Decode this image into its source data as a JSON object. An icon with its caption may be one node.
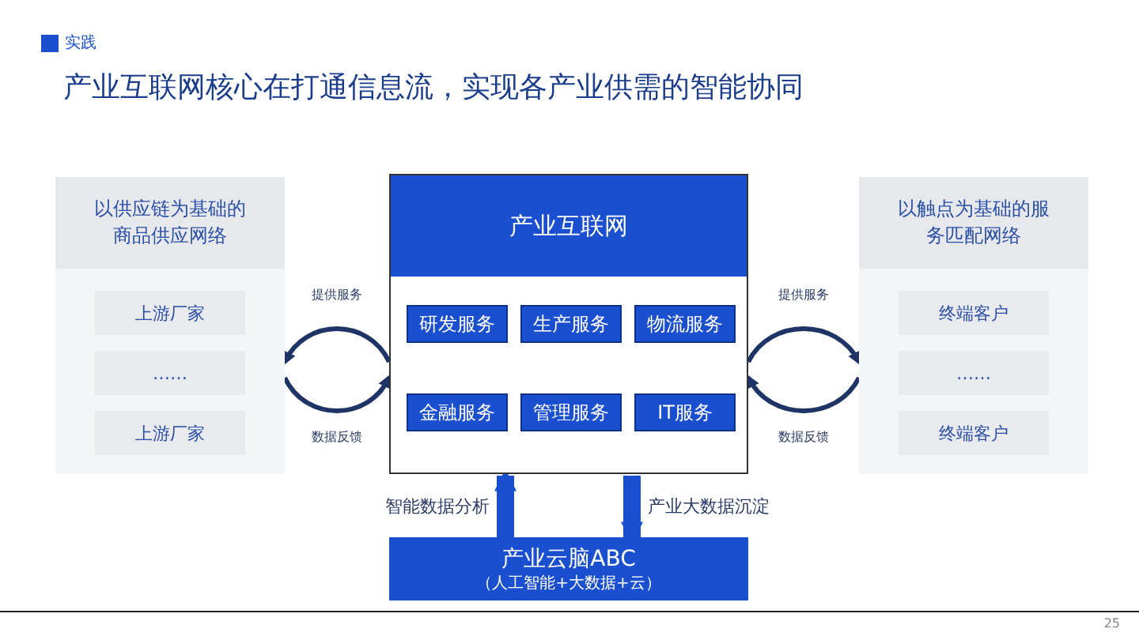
{
  "diagram": {
    "title": "产业互联网核心在打通信息流，实现各产业供需的智能协同",
    "nodes": [
      {
        "text": [
          "以供应链为基础的商品供应网络"
        ]
      },
      {
        "text": [
          "上游厂家"
        ],
        "in": 0
      },
      {
        "text": [
          "……"
        ],
        "in": 0
      },
      {
        "text": [
          "上游厂家"
        ],
        "in": 0
      },
      {
        "text": [
          "产业互联网"
        ]
      },
      {
        "text": [
          "研发服务"
        ],
        "in": 4
      },
      {
        "text": [
          "生产服务"
        ],
        "in": 4
      },
      {
        "text": [
          "物流服务"
        ],
        "in": 4
      },
      {
        "text": [
          "金融服务"
        ],
        "in": 4
      },
      {
        "text": [
          "管理服务"
        ],
        "in": 4
      },
      {
        "text": [
          "IT服务"
        ],
        "in": 4
      },
      {
        "text": [
          "产业云脑ABC",
          "（人工智能+大数据+云）"
        ]
      },
      {
        "text": [
          "以触点为基础的服务匹配网络"
        ]
      },
      {
        "text": [
          "终端客户"
        ],
        "in": 12
      },
      {
        "text": [
          "……"
        ],
        "in": 12
      },
      {
        "text": [
          "终端客户"
        ],
        "in": 12
      }
    ],
    "edges": [
      {
        "from": 4,
        "to": 0,
        "arrow": "to",
        "label": "提供服务"
      },
      {
        "from": 0,
        "to": 4,
        "arrow": "to",
        "label": "数据反馈"
      },
      {
        "from": 4,
        "to": 12,
        "arrow": "to",
        "label": "提供服务"
      },
      {
        "from": 12,
        "to": 4,
        "arrow": "to",
        "label": "数据反馈"
      },
      {
        "from": 11,
        "to": 4,
        "arrow": "to",
        "label": "智能数据分析",
        "style": "thick",
        "color": "#1a4fd0"
      },
      {
        "from": 4,
        "to": 11,
        "arrow": "to",
        "label": "产业大数据沉淀",
        "style": "thick",
        "color": "#1a4fd0"
      }
    ],
    "labels": [
      "实践",
      "25"
    ]
  }
}
